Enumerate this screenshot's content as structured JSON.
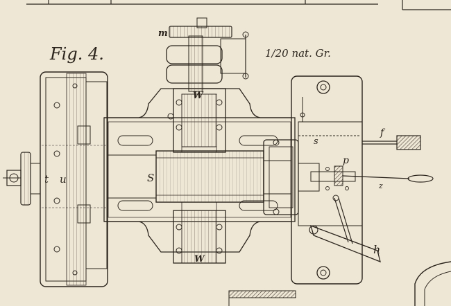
{
  "figure": {
    "title": "Fig. 4.",
    "scale": "1/20 nat. Gr."
  },
  "labels": {
    "m": "m",
    "W_top": "W",
    "W_bottom": "W",
    "S": "S",
    "s": "s",
    "p": "p",
    "f": "f",
    "h": "h",
    "t": "t",
    "u": "u",
    "z": "z"
  },
  "colors": {
    "paper": "#efe7d6",
    "ink": "#2a241c",
    "hatch": "#4a4036"
  }
}
